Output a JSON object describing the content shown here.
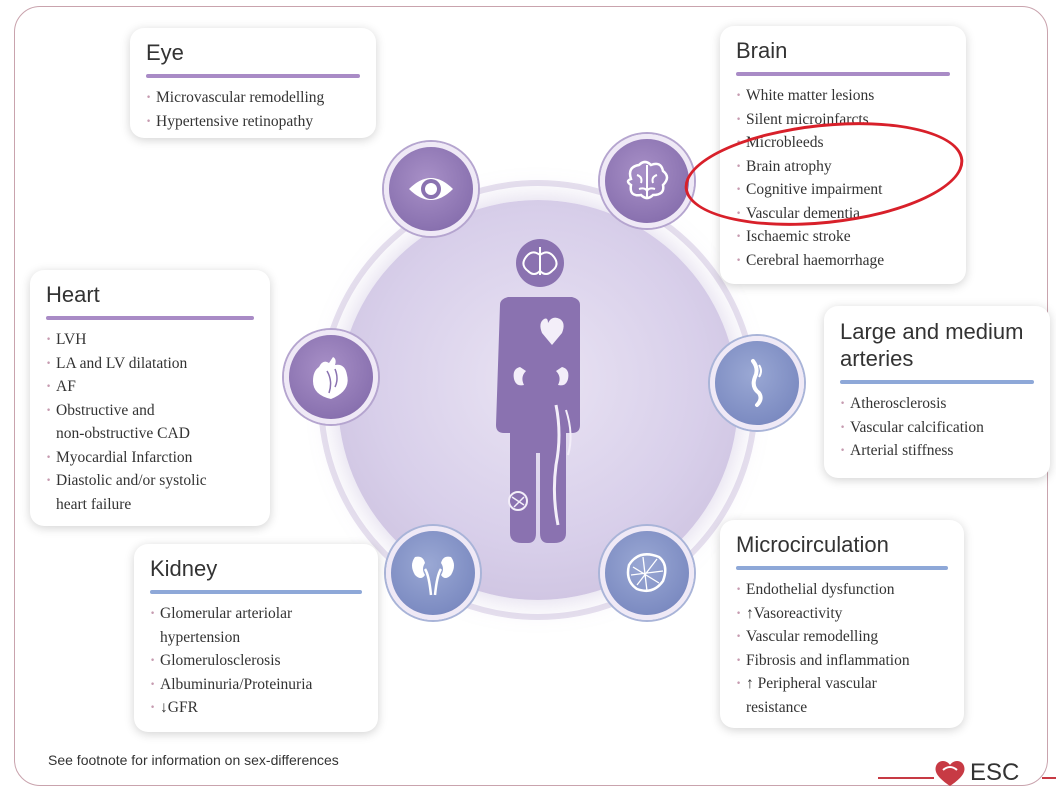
{
  "eye": {
    "title": "Eye",
    "items": [
      "Microvascular remodelling",
      "Hypertensive retinopathy"
    ]
  },
  "brain": {
    "title": "Brain",
    "items": [
      "White matter lesions",
      "Silent microinfarcts",
      "Microbleeds",
      "Brain atrophy",
      "Cognitive impairment",
      "Vascular dementia",
      "Ischaemic stroke",
      "Cerebral haemorrhage"
    ]
  },
  "heart": {
    "title": "Heart",
    "items": [
      "LVH",
      "LA and LV dilatation",
      "AF",
      "Obstructive and",
      "non-obstructive CAD",
      "Myocardial Infarction",
      "Diastolic and/or systolic",
      "heart failure"
    ]
  },
  "arteries": {
    "title_line1": "Large and medium",
    "title_line2": "arteries",
    "items": [
      "Atherosclerosis",
      "Vascular calcification",
      "Arterial stiffness"
    ]
  },
  "kidney": {
    "title": "Kidney",
    "items": [
      "Glomerular arteriolar",
      "hypertension",
      "Glomerulosclerosis",
      "Albuminuria/Proteinuria",
      "↓GFR"
    ]
  },
  "micro": {
    "title": "Microcirculation",
    "items": [
      "Endothelial dysfunction",
      "↑Vasoreactivity",
      "Vascular remodelling",
      "Fibrosis and inflammation",
      "↑ Peripheral vascular",
      "resistance"
    ]
  },
  "footnote": "See footnote for information on sex-differences",
  "logo": "ESC",
  "colors": {
    "purple": "#a98bc6",
    "blue": "#8ea8d8",
    "highlight": "#d8202a",
    "brand": "#c73a44"
  }
}
